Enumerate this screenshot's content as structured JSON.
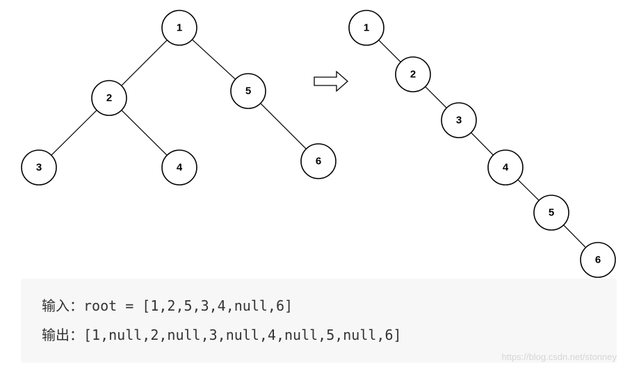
{
  "tree_before": {
    "nodes": [
      {
        "id": "1",
        "label": "1"
      },
      {
        "id": "2",
        "label": "2"
      },
      {
        "id": "5",
        "label": "5"
      },
      {
        "id": "3",
        "label": "3"
      },
      {
        "id": "4",
        "label": "4"
      },
      {
        "id": "6",
        "label": "6"
      }
    ],
    "edges": [
      [
        "1",
        "2"
      ],
      [
        "1",
        "5"
      ],
      [
        "2",
        "3"
      ],
      [
        "2",
        "4"
      ],
      [
        "5",
        "6"
      ]
    ]
  },
  "tree_after": {
    "nodes": [
      {
        "id": "1",
        "label": "1"
      },
      {
        "id": "2",
        "label": "2"
      },
      {
        "id": "3",
        "label": "3"
      },
      {
        "id": "4",
        "label": "4"
      },
      {
        "id": "5",
        "label": "5"
      },
      {
        "id": "6",
        "label": "6"
      }
    ],
    "edges": [
      [
        "1",
        "2"
      ],
      [
        "2",
        "3"
      ],
      [
        "3",
        "4"
      ],
      [
        "4",
        "5"
      ],
      [
        "5",
        "6"
      ]
    ]
  },
  "example": {
    "input_line": "输入：root = [1,2,5,3,4,null,6]",
    "output_line": "输出：[1,null,2,null,3,null,4,null,5,null,6]"
  },
  "watermark": "https://blog.csdn.net/stonney"
}
